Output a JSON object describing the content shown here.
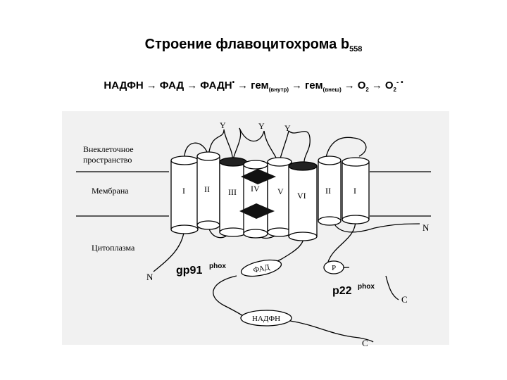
{
  "title": {
    "text": "Строение  флавоцитохрома  b",
    "sub": "558"
  },
  "pathway": {
    "nadph": "НАДФН",
    "fad": "ФАД",
    "fadh": "ФАДН",
    "fadh_dot": "•",
    "heme": "гем",
    "heme_in_sub": "(внутр)",
    "heme_out_sub": "(внеш)",
    "o2": "O",
    "o2_sub": "2",
    "o2rad_sup": "- •",
    "arrow": "→"
  },
  "diagram": {
    "regions": {
      "extracellular_1": "Внеклеточное",
      "extracellular_2": "пространство",
      "membrane": "Мембрана",
      "cytoplasm": "Цитоплазма"
    },
    "helices_gp91": [
      "I",
      "II",
      "III",
      "IV",
      "V",
      "VI"
    ],
    "helices_p22": [
      "II",
      "I"
    ],
    "glyco": [
      "Y",
      "Y",
      "Y"
    ],
    "gp91_label": "gp91",
    "gp91_sup": "phox",
    "p22_label": "p22",
    "p22_sup": "phox",
    "fad_site": "ФАД",
    "nadph_site": "НАДФН",
    "p_site": "P",
    "n_left": "N",
    "n_right": "N",
    "c_p22": "C",
    "c_gp91": "C"
  }
}
